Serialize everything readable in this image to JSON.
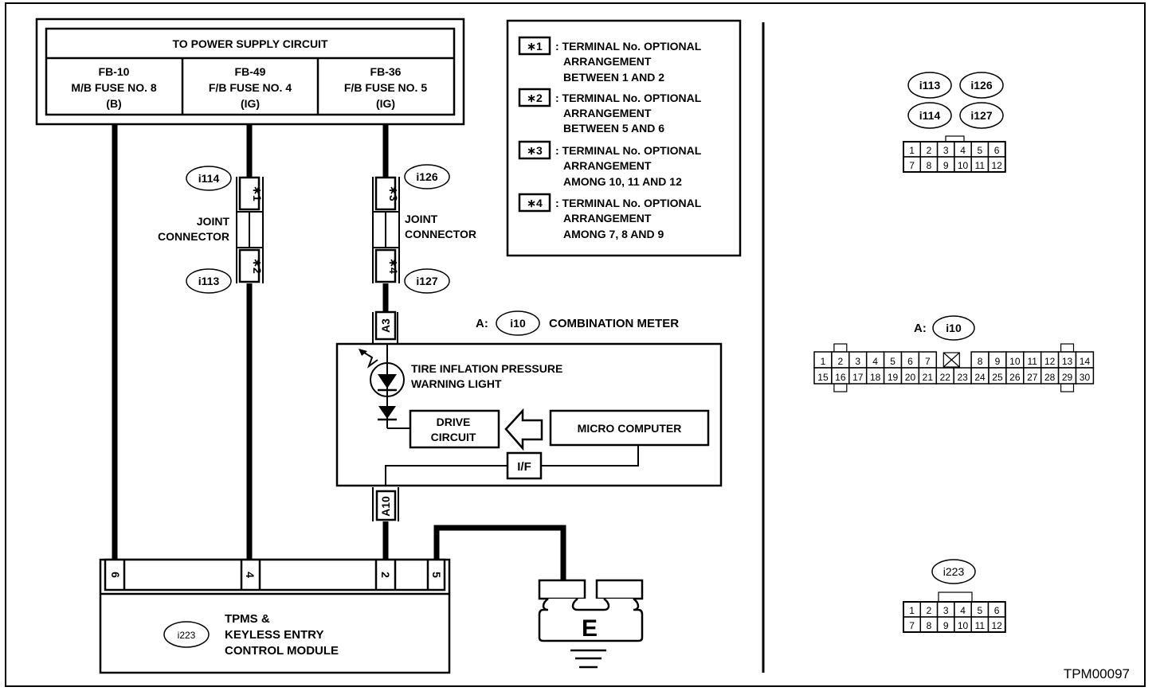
{
  "diagram_id": "TPM00097",
  "power_supply": {
    "title": "TO POWER SUPPLY CIRCUIT",
    "columns": [
      {
        "connector": "FB-10",
        "fuse": "M/B FUSE NO. 8",
        "type": "(B)"
      },
      {
        "connector": "FB-49",
        "fuse": "F/B FUSE NO. 4",
        "type": "(IG)"
      },
      {
        "connector": "FB-36",
        "fuse": "F/B FUSE NO. 5",
        "type": "(IG)"
      }
    ]
  },
  "legend": [
    {
      "mark": "∗1",
      "lines": [
        ": TERMINAL No. OPTIONAL",
        "ARRANGEMENT",
        "BETWEEN 1 AND 2"
      ]
    },
    {
      "mark": "∗2",
      "lines": [
        ": TERMINAL No. OPTIONAL",
        "ARRANGEMENT",
        "BETWEEN 5 AND 6"
      ]
    },
    {
      "mark": "∗3",
      "lines": [
        ": TERMINAL No. OPTIONAL",
        "ARRANGEMENT",
        "AMONG 10, 11 AND 12"
      ]
    },
    {
      "mark": "∗4",
      "lines": [
        ": TERMINAL No. OPTIONAL",
        "ARRANGEMENT",
        "AMONG 7, 8 AND 9"
      ]
    }
  ],
  "joint_connectors": {
    "left": {
      "top_id": "i114",
      "bottom_id": "i113",
      "top_mark": "∗1",
      "bottom_mark": "∗2",
      "label_line1": "JOINT",
      "label_line2": "CONNECTOR"
    },
    "right": {
      "top_id": "i126",
      "bottom_id": "i127",
      "top_mark": "∗3",
      "bottom_mark": "∗4",
      "label_line1": "JOINT",
      "label_line2": "CONNECTOR"
    }
  },
  "combination_meter": {
    "prefix": "A:",
    "id": "i10",
    "name": "COMBINATION METER",
    "pin_in": "A3",
    "pin_out": "A10",
    "warning_light_line1": "TIRE INFLATION PRESSURE",
    "warning_light_line2": "WARNING LIGHT",
    "drive_line1": "DRIVE",
    "drive_line2": "CIRCUIT",
    "micro": "MICRO COMPUTER",
    "interface": "I/F"
  },
  "module": {
    "id": "i223",
    "line1": "TPMS &",
    "line2": "KEYLESS ENTRY",
    "line3": "CONTROL MODULE",
    "pins": [
      "6",
      "4",
      "2",
      "5"
    ]
  },
  "ground": {
    "label": "E"
  },
  "connector_views": {
    "c12_ids": [
      "i113",
      "i126",
      "i114",
      "i127"
    ],
    "c12_pins_top": [
      "1",
      "2",
      "3",
      "4",
      "5",
      "6"
    ],
    "c12_pins_bottom": [
      "7",
      "8",
      "9",
      "10",
      "11",
      "12"
    ],
    "i10_prefix": "A:",
    "i10_id": "i10",
    "i10_top_left": [
      "1",
      "2",
      "3",
      "4",
      "5",
      "6",
      "7"
    ],
    "i10_top_right": [
      "8",
      "9",
      "10",
      "11",
      "12",
      "13",
      "14"
    ],
    "i10_bottom": [
      "15",
      "16",
      "17",
      "18",
      "19",
      "20",
      "21",
      "22",
      "23",
      "24",
      "25",
      "26",
      "27",
      "28",
      "29",
      "30"
    ],
    "i223_id": "i223",
    "i223_pins_top": [
      "1",
      "2",
      "3",
      "4",
      "5",
      "6"
    ],
    "i223_pins_bottom": [
      "7",
      "8",
      "9",
      "10",
      "11",
      "12"
    ]
  }
}
